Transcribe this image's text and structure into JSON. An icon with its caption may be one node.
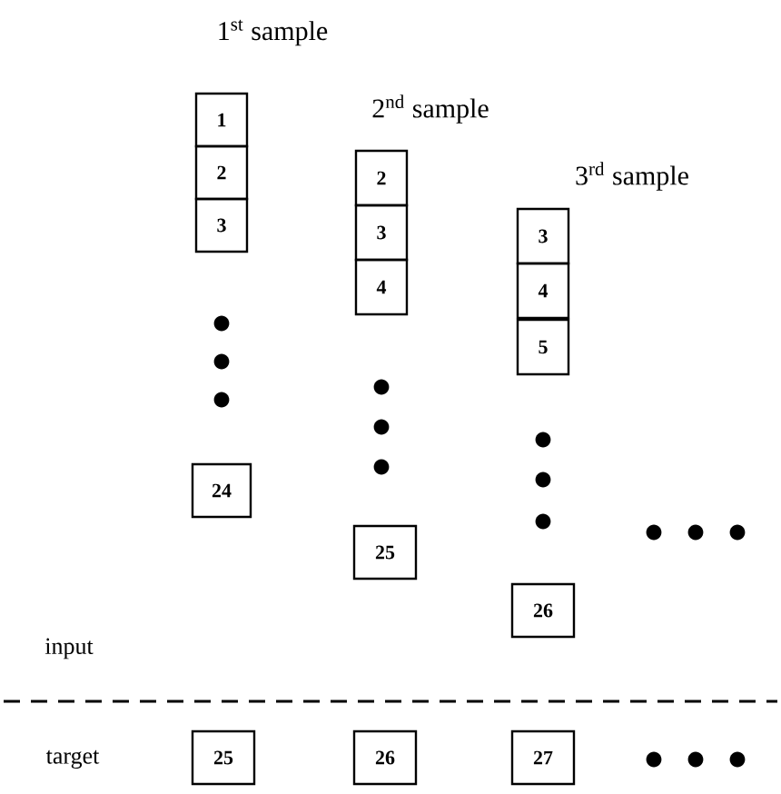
{
  "diagram": {
    "nodes": [
      {
        "text": [
          "1"
        ]
      },
      {
        "text": [
          "2"
        ]
      },
      {
        "text": [
          "3"
        ]
      },
      {
        "text": [
          "24"
        ]
      },
      {
        "text": [
          "2"
        ]
      },
      {
        "text": [
          "3"
        ]
      },
      {
        "text": [
          "4"
        ]
      },
      {
        "text": [
          "25"
        ]
      },
      {
        "text": [
          "3"
        ]
      },
      {
        "text": [
          "4"
        ]
      },
      {
        "text": [
          "5"
        ]
      },
      {
        "text": [
          "26"
        ]
      },
      {
        "text": [
          "25"
        ]
      },
      {
        "text": [
          "26"
        ]
      },
      {
        "text": [
          "27"
        ]
      }
    ],
    "labels": [
      "1$^{st}$ sample",
      "2$^{nd}$ sample",
      "3$^{rd}$ sample",
      "input",
      "target"
    ]
  }
}
